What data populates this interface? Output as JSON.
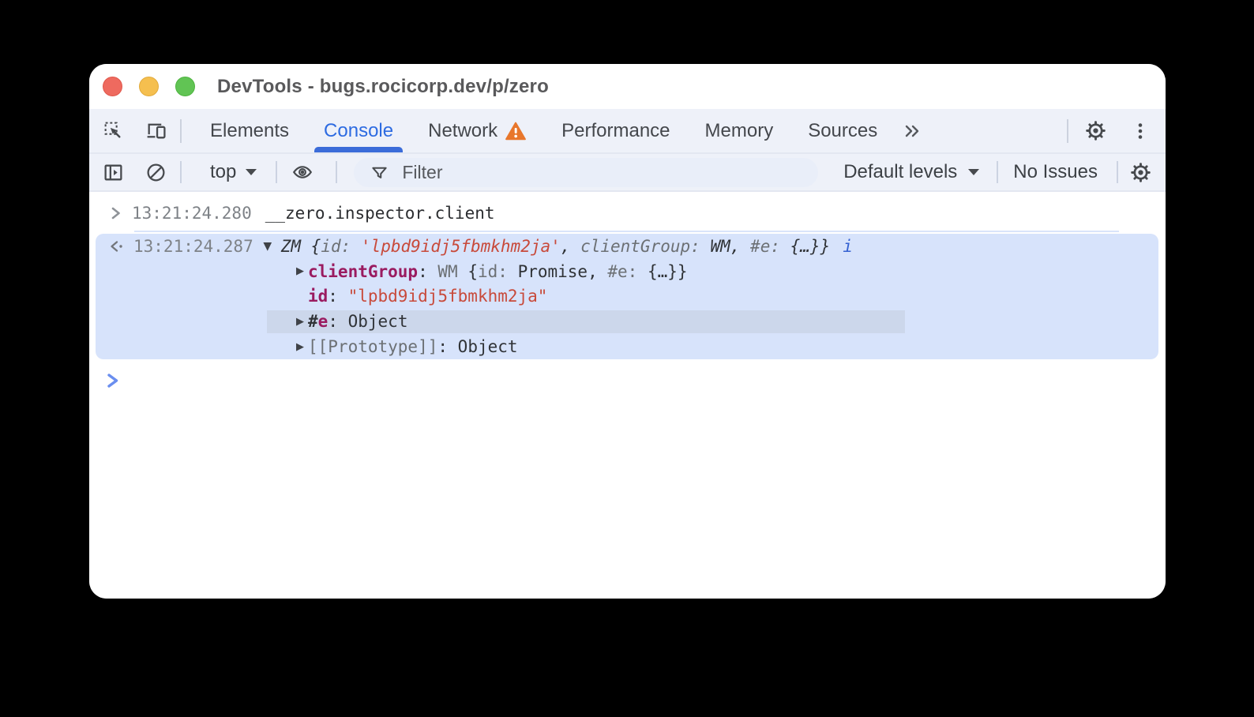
{
  "titlebar": {
    "title": "DevTools - bugs.rocicorp.dev/p/zero"
  },
  "tabbar": {
    "tabs": [
      {
        "label": "Elements",
        "active": false
      },
      {
        "label": "Console",
        "active": true
      },
      {
        "label": "Network",
        "active": false,
        "warning": true
      },
      {
        "label": "Performance",
        "active": false
      },
      {
        "label": "Memory",
        "active": false
      },
      {
        "label": "Sources",
        "active": false
      }
    ]
  },
  "toolbar": {
    "context": "top",
    "filter_placeholder": "Filter",
    "levels": "Default levels",
    "issues": "No Issues"
  },
  "console": {
    "command": {
      "timestamp": "13:21:24.280",
      "text": "__zero.inspector.client"
    },
    "result": {
      "timestamp": "13:21:24.287",
      "expanded": true,
      "preview": [
        {
          "t": "ZM ",
          "c": "dark"
        },
        {
          "t": "{",
          "c": "dark"
        },
        {
          "t": "id",
          "c": "muted"
        },
        {
          "t": ": ",
          "c": "muted"
        },
        {
          "t": "'lpbd9idj5fbmkhm2ja'",
          "c": "string"
        },
        {
          "t": ", ",
          "c": "dark"
        },
        {
          "t": "clientGroup",
          "c": "muted"
        },
        {
          "t": ": ",
          "c": "muted"
        },
        {
          "t": "WM",
          "c": "dark"
        },
        {
          "t": ", ",
          "c": "dark"
        },
        {
          "t": "#e",
          "c": "muted"
        },
        {
          "t": ": ",
          "c": "muted"
        },
        {
          "t": "{…}",
          "c": "dark"
        },
        {
          "t": "}",
          "c": "dark"
        }
      ],
      "info": "i",
      "children": [
        {
          "expander": true,
          "highlighted": false,
          "segments": [
            {
              "t": "clientGroup",
              "c": "prop"
            },
            {
              "t": ": ",
              "c": "dark"
            },
            {
              "t": "WM ",
              "c": "muted"
            },
            {
              "t": "{",
              "c": "dark"
            },
            {
              "t": "id",
              "c": "muted"
            },
            {
              "t": ": ",
              "c": "muted"
            },
            {
              "t": "Promise",
              "c": "dark"
            },
            {
              "t": ", ",
              "c": "dark"
            },
            {
              "t": "#e",
              "c": "muted"
            },
            {
              "t": ": ",
              "c": "muted"
            },
            {
              "t": "{…}",
              "c": "dark"
            },
            {
              "t": "}",
              "c": "dark"
            }
          ]
        },
        {
          "expander": false,
          "highlighted": false,
          "segments": [
            {
              "t": "id",
              "c": "prop"
            },
            {
              "t": ": ",
              "c": "dark"
            },
            {
              "t": "\"lpbd9idj5fbmkhm2ja\"",
              "c": "string"
            }
          ]
        },
        {
          "expander": true,
          "highlighted": true,
          "segments": [
            {
              "t": "#",
              "c": "hash"
            },
            {
              "t": "e",
              "c": "prop"
            },
            {
              "t": ": ",
              "c": "dark"
            },
            {
              "t": "Object",
              "c": "dark"
            }
          ]
        },
        {
          "expander": true,
          "highlighted": false,
          "segments": [
            {
              "t": "[[Prototype]]",
              "c": "muted"
            },
            {
              "t": ": ",
              "c": "dark"
            },
            {
              "t": "Object",
              "c": "dark"
            }
          ]
        }
      ]
    }
  },
  "icons": {
    "inspect": "cursor-in-dashed-square",
    "device": "laptop-and-phone",
    "dock": "panel-with-triangle",
    "clear_console": "ban-circle",
    "live_expression": "eye",
    "filter": "funnel",
    "settings": "gear",
    "menu": "three-dots-vertical",
    "network_warning": "orange-triangle-exclamation",
    "more_tabs": "chevron-double-right",
    "result": "left-chevron-dot",
    "prompt": "blue-chevron-right"
  },
  "colors": {
    "accent_blue": "#2d6be1",
    "warning_orange": "#e8772c",
    "string_red": "#c84a3b",
    "property_magenta": "#9a1b60",
    "highlight_bg": "#d7e3fb",
    "row_highlight": "#ccd7eb",
    "toolbar_bg": "#eef1f9"
  }
}
